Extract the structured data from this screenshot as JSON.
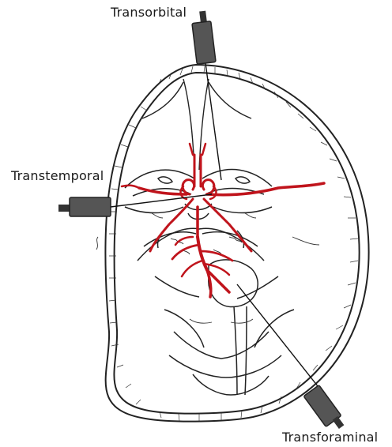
{
  "labels": {
    "transorbital": "Transorbital",
    "transtemporal": "Transtemporal",
    "transforaminal": "Transforaminal"
  },
  "colors": {
    "artery": "#c0141c",
    "probe": "#555555",
    "bone": "#222222"
  }
}
